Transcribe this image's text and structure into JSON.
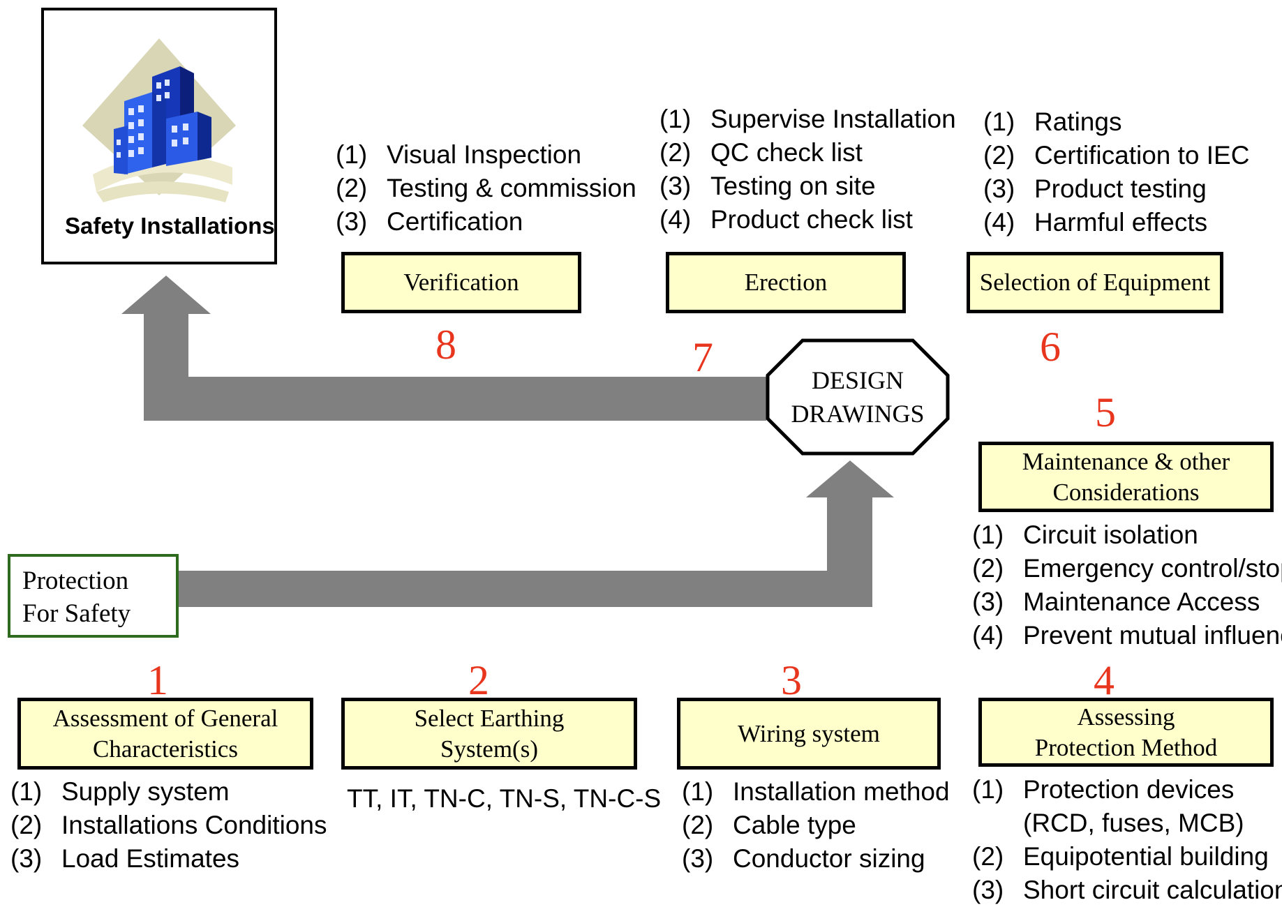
{
  "logo": {
    "caption": "Safety Installations"
  },
  "protection": {
    "line1": "Protection",
    "line2": "For Safety"
  },
  "design": {
    "line1": "DESIGN",
    "line2": "DRAWINGS"
  },
  "steps": {
    "s1": {
      "num": "1",
      "line1": "Assessment of General",
      "line2": "Characteristics",
      "items": [
        {
          "n": "(1)",
          "t": "Supply system"
        },
        {
          "n": "(2)",
          "t": "Installations Conditions"
        },
        {
          "n": "(3)",
          "t": "Load Estimates"
        }
      ]
    },
    "s2": {
      "num": "2",
      "line1": "Select Earthing",
      "line2": "System(s)",
      "text": "TT, IT, TN-C, TN-S, TN-C-S"
    },
    "s3": {
      "num": "3",
      "label": "Wiring system",
      "items": [
        {
          "n": "(1)",
          "t": "Installation method"
        },
        {
          "n": "(2)",
          "t": "Cable type"
        },
        {
          "n": "(3)",
          "t": "Conductor sizing"
        }
      ]
    },
    "s4": {
      "num": "4",
      "line1": "Assessing",
      "line2": "Protection Method",
      "items": [
        {
          "n": "(1)",
          "t": "Protection devices (RCD, fuses, MCB)"
        },
        {
          "n": "(2)",
          "t": "Equipotential building"
        },
        {
          "n": "(3)",
          "t": "Short circuit calculations"
        }
      ]
    },
    "s5": {
      "num": "5",
      "line1": "Maintenance & other",
      "line2": "Considerations",
      "items": [
        {
          "n": "(1)",
          "t": "Circuit isolation"
        },
        {
          "n": "(2)",
          "t": "Emergency control/stop"
        },
        {
          "n": "(3)",
          "t": "Maintenance Access"
        },
        {
          "n": "(4)",
          "t": "Prevent mutual influence"
        }
      ]
    },
    "s6": {
      "num": "6",
      "label": "Selection of Equipment",
      "items": [
        {
          "n": "(1)",
          "t": "Ratings"
        },
        {
          "n": "(2)",
          "t": "Certification to IEC"
        },
        {
          "n": "(3)",
          "t": "Product testing"
        },
        {
          "n": "(4)",
          "t": "Harmful effects"
        }
      ]
    },
    "s7": {
      "num": "7",
      "label": "Erection",
      "items": [
        {
          "n": "(1)",
          "t": "Supervise Installation"
        },
        {
          "n": "(2)",
          "t": "QC check list"
        },
        {
          "n": "(3)",
          "t": "Testing on site"
        },
        {
          "n": "(4)",
          "t": "Product check list"
        }
      ]
    },
    "s8": {
      "num": "8",
      "label": "Verification",
      "items": [
        {
          "n": "(1)",
          "t": "Visual Inspection"
        },
        {
          "n": "(2)",
          "t": "Testing & commission"
        },
        {
          "n": "(3)",
          "t": "Certification"
        }
      ]
    }
  },
  "colors": {
    "box_fill": "#ffffcc",
    "number": "#e8351e",
    "arrow": "#808080",
    "protection_border": "#2e6b1e",
    "building": "#1f4fd8"
  },
  "icons": {
    "logo": "building-icon",
    "arrow_up_left": "arrow-icon",
    "arrow_up_right": "arrow-icon"
  }
}
